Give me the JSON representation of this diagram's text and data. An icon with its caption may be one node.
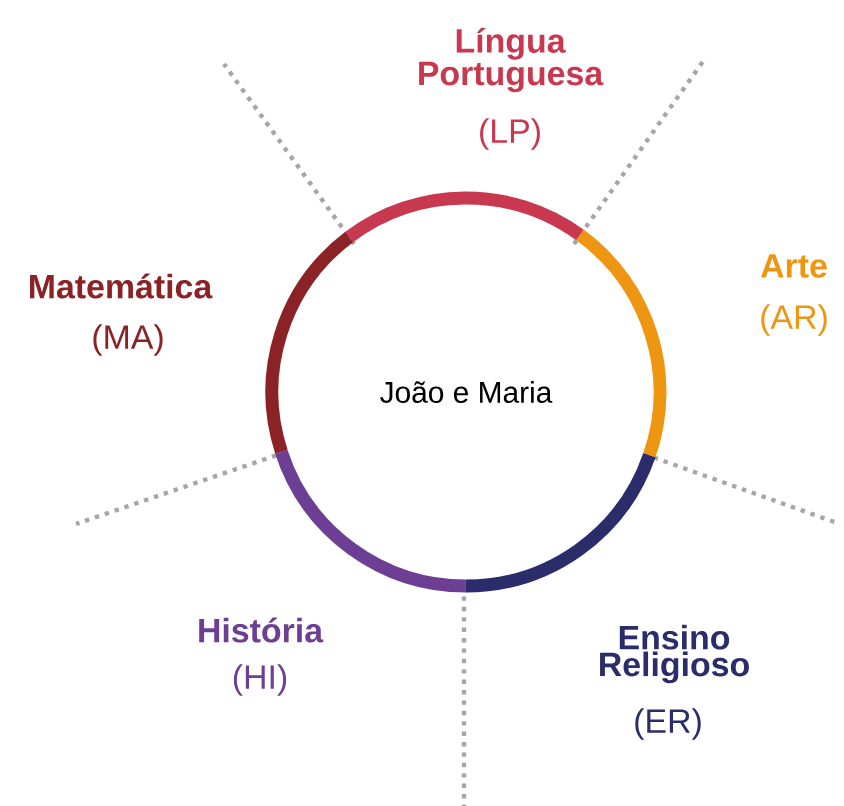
{
  "diagram": {
    "nodes": [
      {
        "text": [
          "João e Maria"
        ]
      }
    ],
    "labels": [
      "Língua Portuguesa",
      "(LP)",
      "Matemática",
      "(MA)",
      "Arte",
      "(AR)",
      "História",
      "(HI)",
      "Ensino Religioso",
      "(ER)"
    ]
  }
}
